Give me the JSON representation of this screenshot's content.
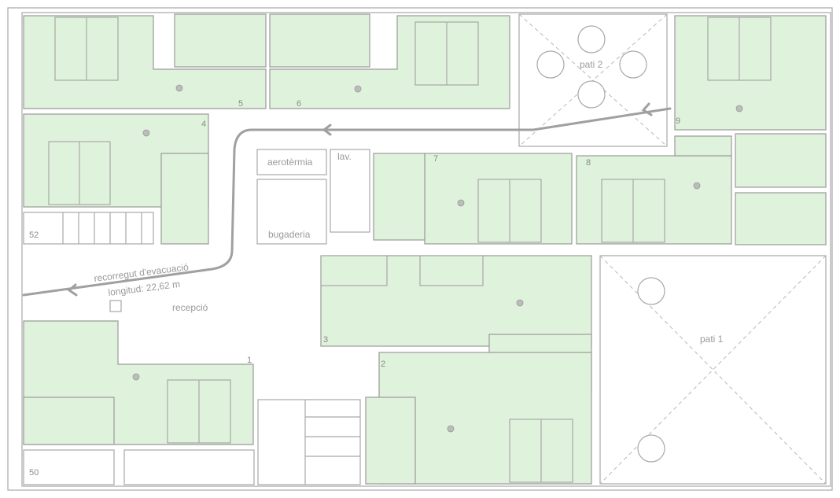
{
  "plan": {
    "labels": {
      "pati_2": "pati 2",
      "pati_1": "pati 1",
      "aerotermia": "aerotèrmia",
      "lav": "lav.",
      "bugaderia": "bugaderia",
      "recepcio": "recepció",
      "evacuation_route": "recorregut d'evacuació",
      "evacuation_length": "longitud: 22,62 m"
    },
    "room_numbers": [
      "1",
      "2",
      "3",
      "4",
      "5",
      "6",
      "7",
      "8",
      "9"
    ],
    "other_numbers": {
      "stair_top": "52",
      "stair_bottom": "50"
    },
    "colors": {
      "room_fill": "#dff3dc",
      "wall": "#a8a8a8",
      "route": "#a0a0a0"
    }
  }
}
